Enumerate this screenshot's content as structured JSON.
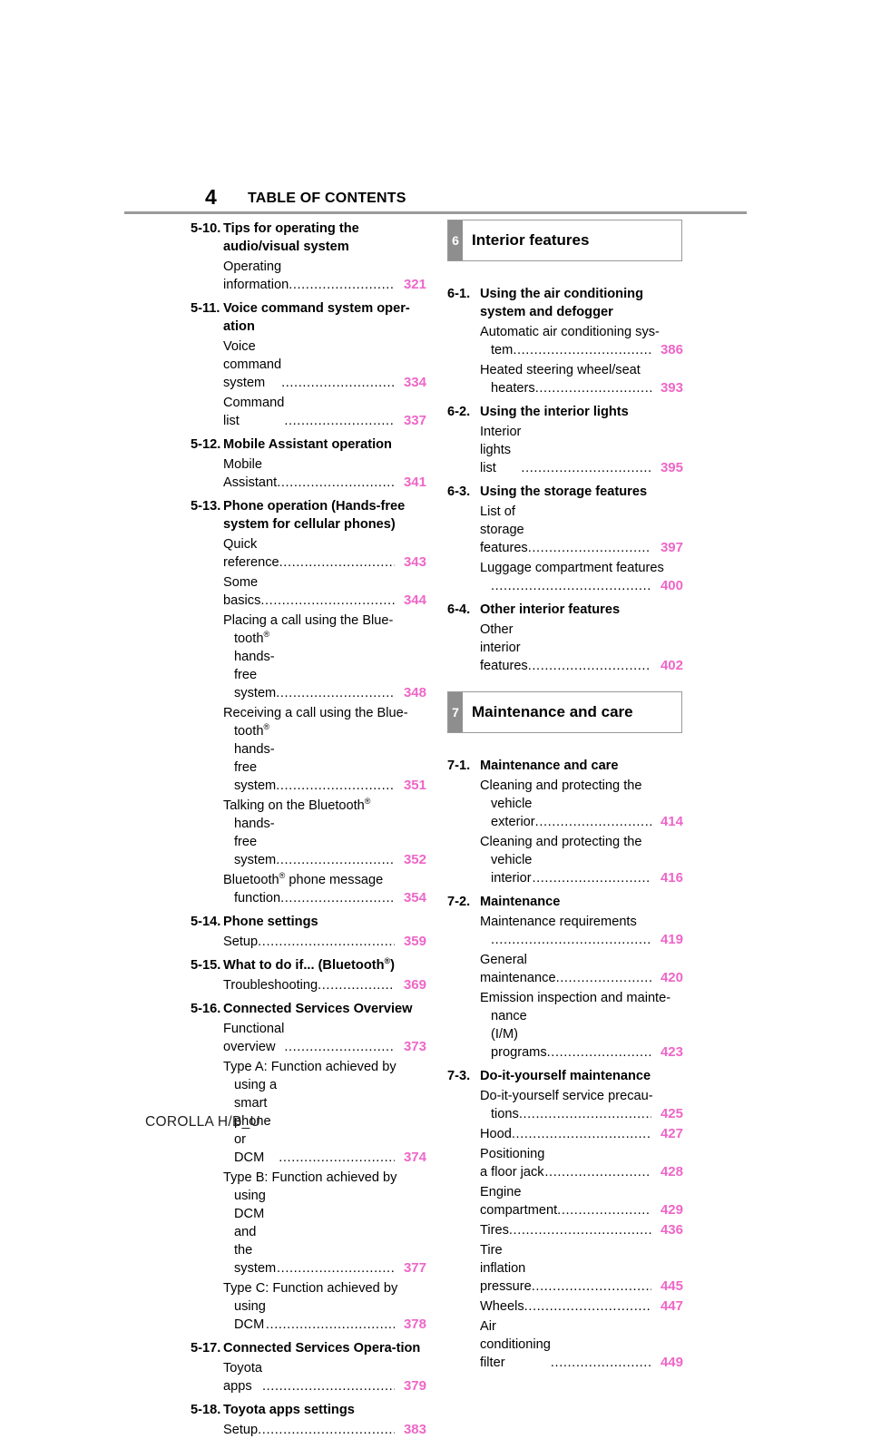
{
  "header": {
    "page_number": "4",
    "title": "TABLE OF CONTENTS"
  },
  "left_column": [
    {
      "num": "5-10.",
      "title": "Tips for operating the audio/visual system",
      "items": [
        {
          "text": "Operating information",
          "page": "321"
        }
      ]
    },
    {
      "num": "5-11.",
      "title": "Voice command system oper-ation",
      "items": [
        {
          "text": "Voice command system",
          "page": "334"
        },
        {
          "text": "Command list",
          "page": "337"
        }
      ]
    },
    {
      "num": "5-12.",
      "title": "Mobile Assistant operation",
      "items": [
        {
          "text": "Mobile Assistant",
          "page": "341"
        }
      ]
    },
    {
      "num": "5-13.",
      "title": "Phone operation (Hands-free system for cellular phones)",
      "items": [
        {
          "text": "Quick reference",
          "page": "343"
        },
        {
          "text": "Some basics",
          "page": "344"
        },
        {
          "text": "Placing a call using the Blue-",
          "text2": "tooth® hands-free system",
          "page": "348"
        },
        {
          "text": "Receiving a call using the Blue-",
          "text2": "tooth® hands-free system",
          "page": "351"
        },
        {
          "text": "Talking on the Bluetooth®",
          "text2": "hands-free system",
          "page": "352"
        },
        {
          "text": "Bluetooth® phone message",
          "text2": "function",
          "page": "354"
        }
      ]
    },
    {
      "num": "5-14.",
      "title": "Phone settings",
      "items": [
        {
          "text": "Setup",
          "page": "359"
        }
      ]
    },
    {
      "num": "5-15.",
      "title": "What to do if... (Bluetooth®)",
      "items": [
        {
          "text": "Troubleshooting",
          "page": "369"
        }
      ]
    },
    {
      "num": "5-16.",
      "title": "Connected Services Overview",
      "items": [
        {
          "text": "Functional overview",
          "page": "373"
        },
        {
          "text": "Type A: Function achieved by",
          "text2": "using a smart phone or DCM",
          "text3": "",
          "page": "374"
        },
        {
          "text": "Type B: Function achieved by",
          "text2": "using DCM and the system",
          "text3": "",
          "page": "377"
        },
        {
          "text": "Type C: Function achieved by",
          "text2": "using DCM",
          "page": "378"
        }
      ]
    },
    {
      "num": "5-17.",
      "title": "Connected Services Opera-tion",
      "items": [
        {
          "text": "Toyota apps",
          "page": "379"
        }
      ]
    },
    {
      "num": "5-18.",
      "title": "Toyota apps settings",
      "items": [
        {
          "text": "Setup",
          "page": "383"
        }
      ]
    }
  ],
  "chapter6": {
    "num": "6",
    "title": "Interior features"
  },
  "right_sections_6": [
    {
      "num": "6-1.",
      "title": "Using the air conditioning system and defogger",
      "items": [
        {
          "text": "Automatic air conditioning sys-",
          "text2": "tem",
          "page": "386"
        },
        {
          "text": "Heated steering wheel/seat",
          "text2": "heaters",
          "page": "393"
        }
      ]
    },
    {
      "num": "6-2.",
      "title": "Using the interior lights",
      "items": [
        {
          "text": "Interior lights list",
          "page": "395"
        }
      ]
    },
    {
      "num": "6-3.",
      "title": "Using the storage features",
      "items": [
        {
          "text": "List of storage features",
          "page": "397"
        },
        {
          "text": "Luggage compartment features",
          "text2": "",
          "page": "400"
        }
      ]
    },
    {
      "num": "6-4.",
      "title": "Other interior features",
      "items": [
        {
          "text": "Other interior features",
          "page": "402"
        }
      ]
    }
  ],
  "chapter7": {
    "num": "7",
    "title": "Maintenance and care"
  },
  "right_sections_7": [
    {
      "num": "7-1.",
      "title": "Maintenance and care",
      "items": [
        {
          "text": "Cleaning and protecting the",
          "text2": "vehicle exterior",
          "page": "414"
        },
        {
          "text": "Cleaning and protecting the",
          "text2": "vehicle interior",
          "page": "416"
        }
      ]
    },
    {
      "num": "7-2.",
      "title": "Maintenance",
      "items": [
        {
          "text": "Maintenance requirements",
          "text2": "",
          "page": "419"
        },
        {
          "text": "General maintenance",
          "page": "420"
        },
        {
          "text": "Emission inspection and mainte-",
          "text2": "nance (I/M) programs",
          "page": "423"
        }
      ]
    },
    {
      "num": "7-3.",
      "title": "Do-it-yourself maintenance",
      "items": [
        {
          "text": "Do-it-yourself service precau-",
          "text2": "tions",
          "page": "425"
        },
        {
          "text": "Hood",
          "page": "427"
        },
        {
          "text": "Positioning a floor jack",
          "page": "428"
        },
        {
          "text": "Engine compartment",
          "page": "429"
        },
        {
          "text": "Tires",
          "page": "436"
        },
        {
          "text": "Tire inflation pressure",
          "page": "445"
        },
        {
          "text": "Wheels",
          "page": "447"
        },
        {
          "text": "Air conditioning filter",
          "page": "449"
        }
      ]
    }
  ],
  "footer": {
    "text": "COROLLA H/B_U"
  },
  "colors": {
    "page_link": "#ee66c8",
    "chapter_tab": "#8e8e8e",
    "rule": "#9a9a9a"
  }
}
